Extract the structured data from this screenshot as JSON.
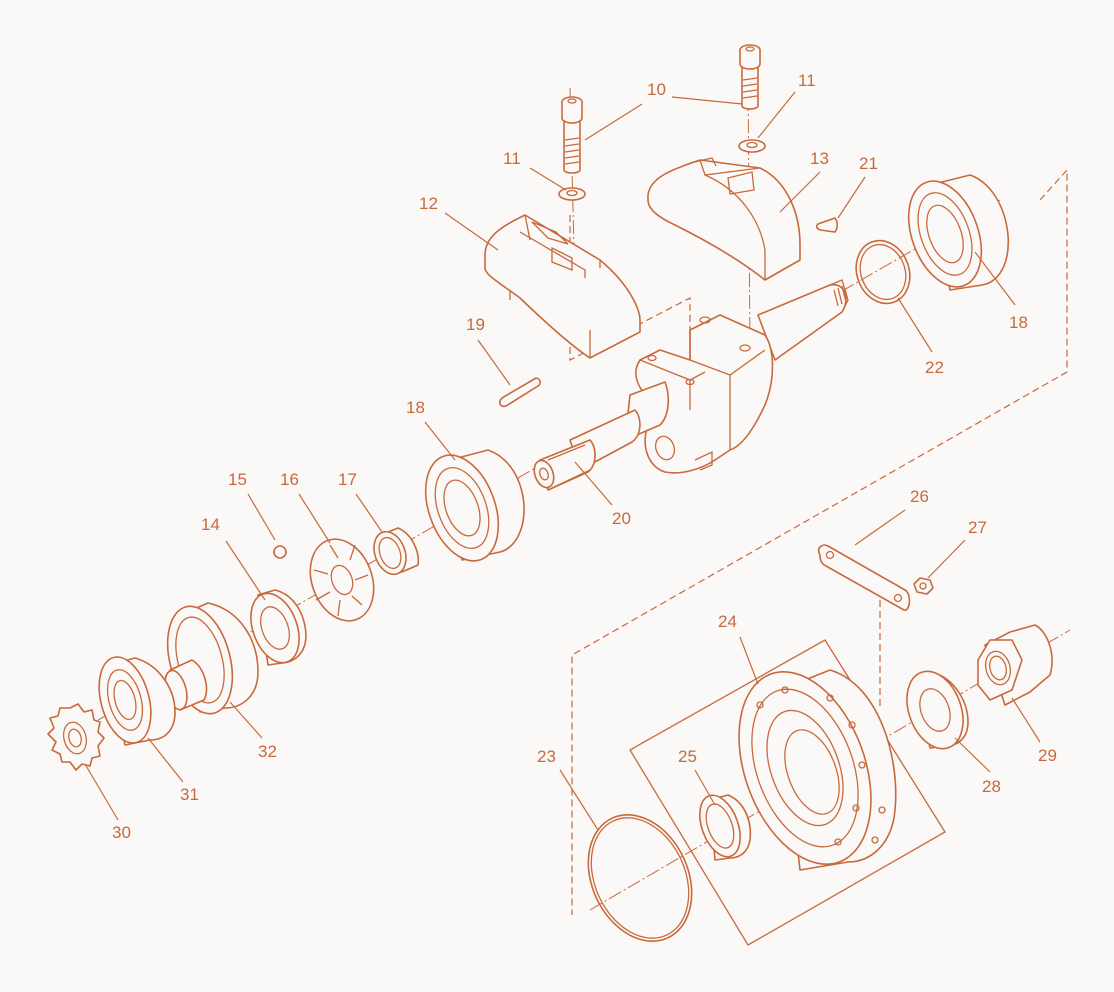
{
  "diagram": {
    "type": "exploded-parts-view",
    "colors": {
      "line": "#c8693c",
      "background": "#fbf9f7"
    },
    "callouts": [
      "10",
      "11",
      "11",
      "12",
      "13",
      "21",
      "18",
      "22",
      "19",
      "18",
      "20",
      "15",
      "16",
      "17",
      "14",
      "26",
      "27",
      "24",
      "32",
      "29",
      "28",
      "25",
      "23",
      "31",
      "30"
    ]
  }
}
